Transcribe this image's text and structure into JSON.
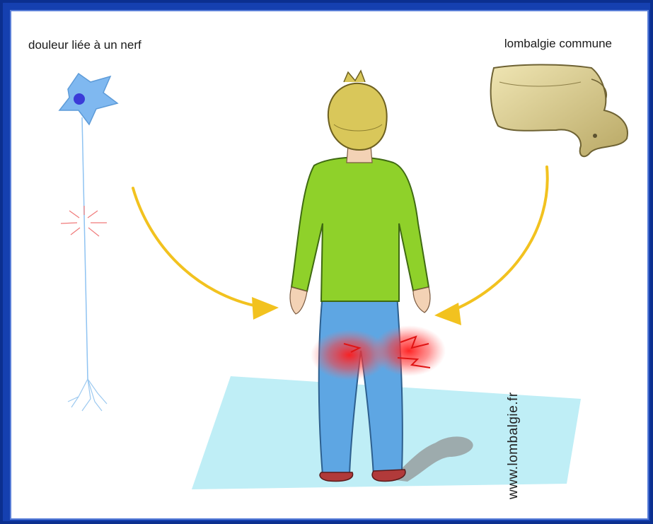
{
  "labels": {
    "left": "douleur liée à un nerf",
    "right": "lombalgie commune",
    "website": "www.lombalgie.fr"
  },
  "colors": {
    "frame": "#0b2f8f",
    "arrow": "#f2c21f",
    "shirt": "#8fd12a",
    "jeans": "#5ea6e3",
    "floor": "#bfeef6",
    "pain": "#ff2a2a",
    "neuron": "#7fb8f0",
    "vertebra": "#d8cc93"
  },
  "icons": [
    "neuron-icon",
    "vertebra-icon",
    "person-illustration",
    "pain-highlight",
    "curved-arrow"
  ]
}
